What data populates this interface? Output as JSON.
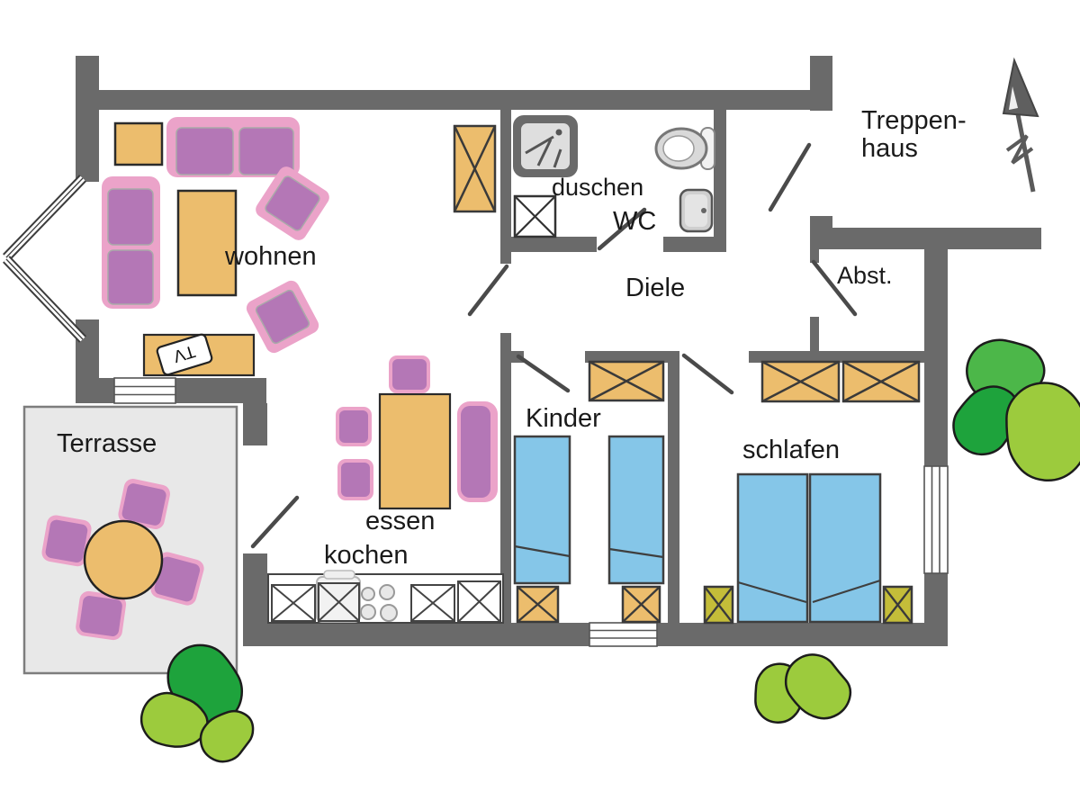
{
  "floorplan": {
    "labels": {
      "wohnen": "wohnen",
      "duschen": "duschen",
      "wc": "WC",
      "diele": "Diele",
      "treppenhaus_line1": "Treppen-",
      "treppenhaus_line2": "haus",
      "abstellraum": "Abst.",
      "terrasse": "Terrasse",
      "kinder": "Kinder",
      "schlafen": "schlafen",
      "essen": "essen",
      "kochen": "kochen",
      "tv": "TV"
    },
    "colors": {
      "wall": "#6a6a6a",
      "pink": "#eba3c9",
      "purple": "#b477b6",
      "orange": "#ecbd6d",
      "blue": "#85c6e8",
      "olive": "#c4bd39",
      "terrace": "#e8e8e8",
      "green_dark": "#1ea33c",
      "green_mid": "#4cb749",
      "green_light": "#9ccb3d",
      "outline": "#3a3a3a",
      "text": "#1a1a1a"
    }
  }
}
